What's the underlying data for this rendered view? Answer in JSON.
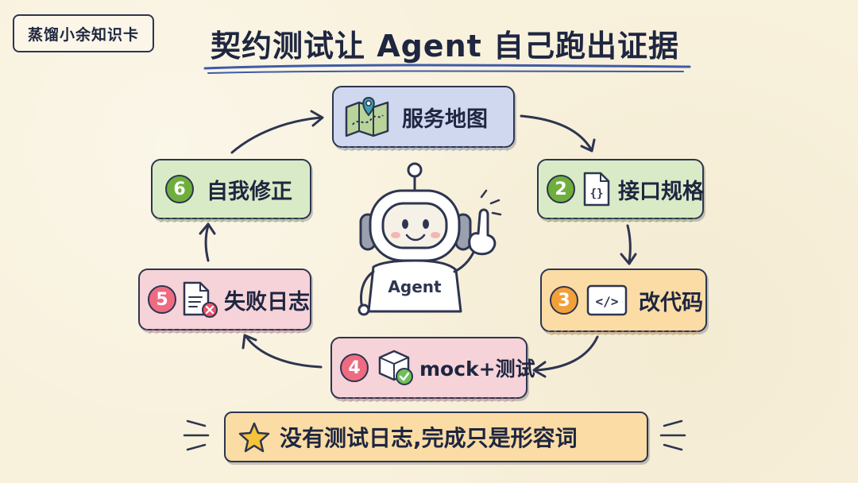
{
  "badge": {
    "text": "蒸馏小余知识卡"
  },
  "title": {
    "text": "契约测试让 Agent 自己跑出证据"
  },
  "steps": [
    {
      "number": "",
      "label": "服务地图",
      "icon": "map-icon",
      "color": "#cfd8ef"
    },
    {
      "number": "2",
      "label": "接口规格",
      "icon": "document-icon",
      "color": "#d9ebc6"
    },
    {
      "number": "3",
      "label": "改代码",
      "icon": "code-icon",
      "color": "#fbdca5"
    },
    {
      "number": "4",
      "label": "mock+测试",
      "icon": "cube-check-icon",
      "color": "#f6d3d8"
    },
    {
      "number": "5",
      "label": "失败日志",
      "icon": "error-log-icon",
      "color": "#f6d3d8"
    },
    {
      "number": "6",
      "label": "自我修正",
      "icon": "",
      "color": "#d9ebc6"
    }
  ],
  "robot": {
    "chest_text": "Agent"
  },
  "footer": {
    "text": "没有测试日志,完成只是形容词",
    "icon": "star-icon"
  }
}
